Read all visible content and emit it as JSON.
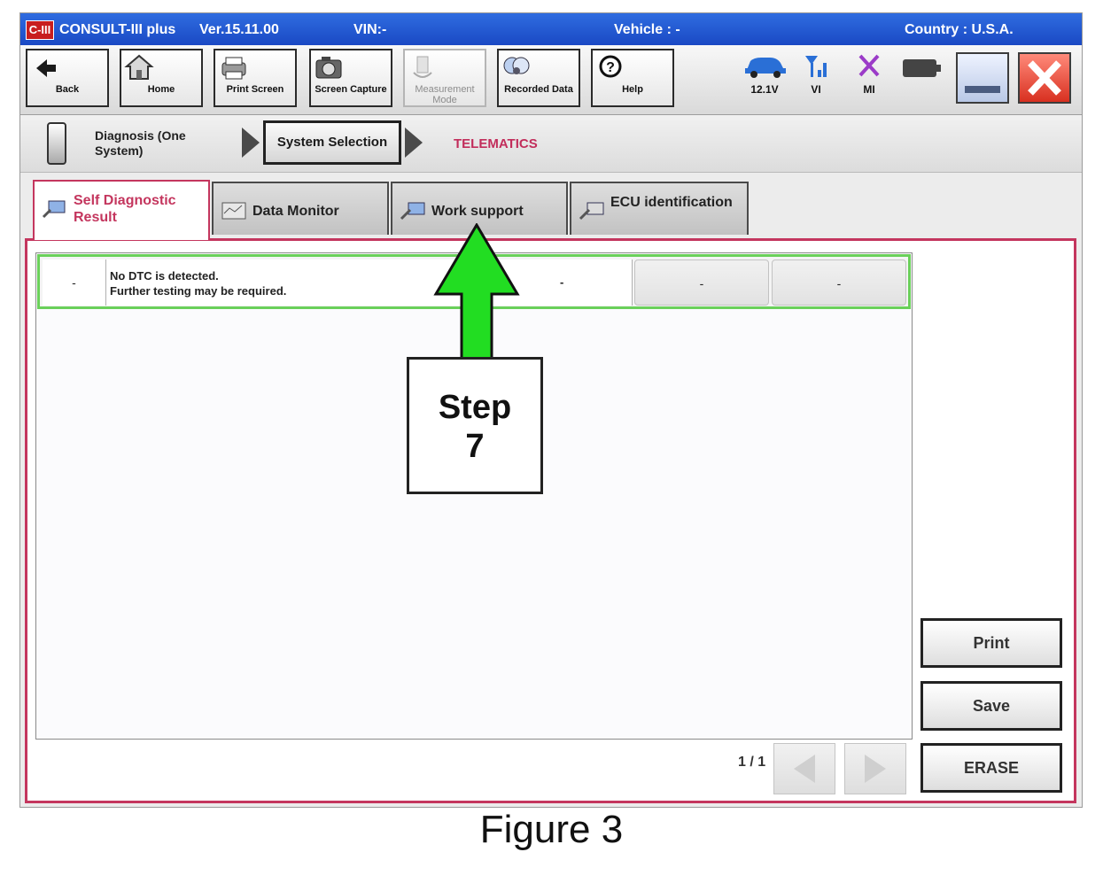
{
  "window": {
    "app_logo": "C-III",
    "title": "CONSULT-III plus",
    "version": "Ver.15.11.00",
    "vin_label": "VIN:-",
    "vehicle_label": "Vehicle : -",
    "country_label": "Country : U.S.A."
  },
  "toolbar": {
    "back": "Back",
    "home": "Home",
    "print_screen": "Print Screen",
    "screen_capture": "Screen Capture",
    "measurement_mode": "Measurement Mode",
    "recorded_data": "Recorded Data",
    "help": "Help",
    "status": {
      "battery": "12.1V",
      "vi": "VI",
      "mi": "MI"
    }
  },
  "breadcrumb": {
    "diagnosis": "Diagnosis (One System)",
    "system_selection": "System Selection",
    "current": "TELEMATICS"
  },
  "tabs": [
    {
      "label": "Self Diagnostic Result",
      "active": true
    },
    {
      "label": "Data Monitor",
      "active": false
    },
    {
      "label": "Work support",
      "active": false
    },
    {
      "label": "ECU identification",
      "active": false
    }
  ],
  "dtc_row": {
    "code": "-",
    "message_line1": "No DTC is detected.",
    "message_line2": "Further testing may be required.",
    "status": "-",
    "col4": "-",
    "col5": "-"
  },
  "side_buttons": {
    "print": "Print",
    "save": "Save",
    "erase": "ERASE"
  },
  "pagination": {
    "page": "1 / 1"
  },
  "annotation": {
    "step_line1": "Step",
    "step_line2": "7"
  },
  "figure_caption": "Figure 3",
  "colors": {
    "accent": "#c4365e",
    "titlebar": "#1f55cf",
    "row_highlight": "#6ad05a",
    "annotation_arrow": "#22dd22"
  }
}
